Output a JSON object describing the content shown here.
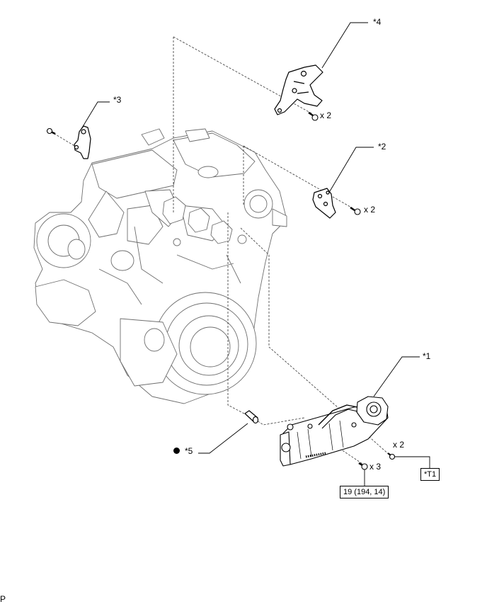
{
  "callouts": {
    "c1": "*1",
    "c2": "*2",
    "c3": "*3",
    "c4": "*4",
    "c5": "*5",
    "t1": "*T1"
  },
  "quantities": {
    "q_bracket4": "x 2",
    "q_bracket2": "x 2",
    "q_egr_studs": "x 2",
    "q_egr_bolts": "x 3"
  },
  "torque": "19 (194, 14)",
  "footer_code": "P",
  "symbols": {
    "non_reusable": "filled-circle-icon"
  }
}
